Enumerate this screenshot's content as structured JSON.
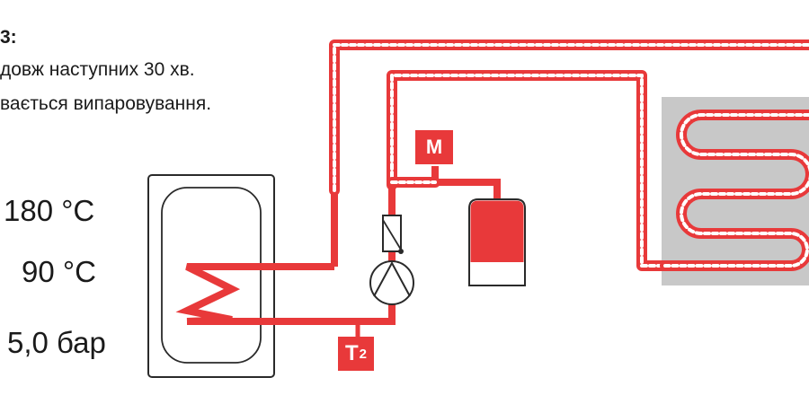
{
  "text": {
    "step_title": "3:",
    "line1": "довж наступних 30 хв.",
    "line2": "вається випаровування."
  },
  "parameters": [
    {
      "label": "180 °C"
    },
    {
      "label": "90 °C"
    },
    {
      "label": "5,0 бар"
    }
  ],
  "badges": {
    "motor": "M",
    "sensor_letter": "T",
    "sensor_index": "2"
  },
  "colors": {
    "pipe": "#e8393a",
    "component_fill": "#e8393a",
    "outline": "#2a2a2a",
    "radiator_bg": "#c8c8c8",
    "boiler_fill": "#ffffff"
  },
  "icons": [
    "boiler-tank",
    "heat-exchanger-coil",
    "circulation-pump",
    "check-valve",
    "expansion-vessel",
    "floor-heating-panel",
    "motor-badge",
    "temperature-sensor-badge"
  ]
}
